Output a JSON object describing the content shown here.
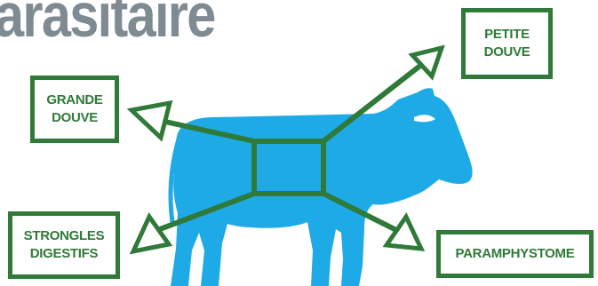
{
  "heading": {
    "text": "arasitaire",
    "color": "#7f8b93"
  },
  "colors": {
    "frame_green": "#2f7a38",
    "label_text": "#2f7a38",
    "cow_blue": "#1eaae7",
    "background": "#ffffff"
  },
  "labels": {
    "grande_douve": "GRANDE\nDOUVE",
    "petite_douve": "PETITE\nDOUVE",
    "strongles_digestifs": "STRONGLES\nDIGESTIFS",
    "paramphystome": "PARAMPHYSTOME"
  },
  "icons": {
    "cow": "cow-silhouette-icon",
    "arrow_head": "triangle-arrowhead-icon"
  }
}
